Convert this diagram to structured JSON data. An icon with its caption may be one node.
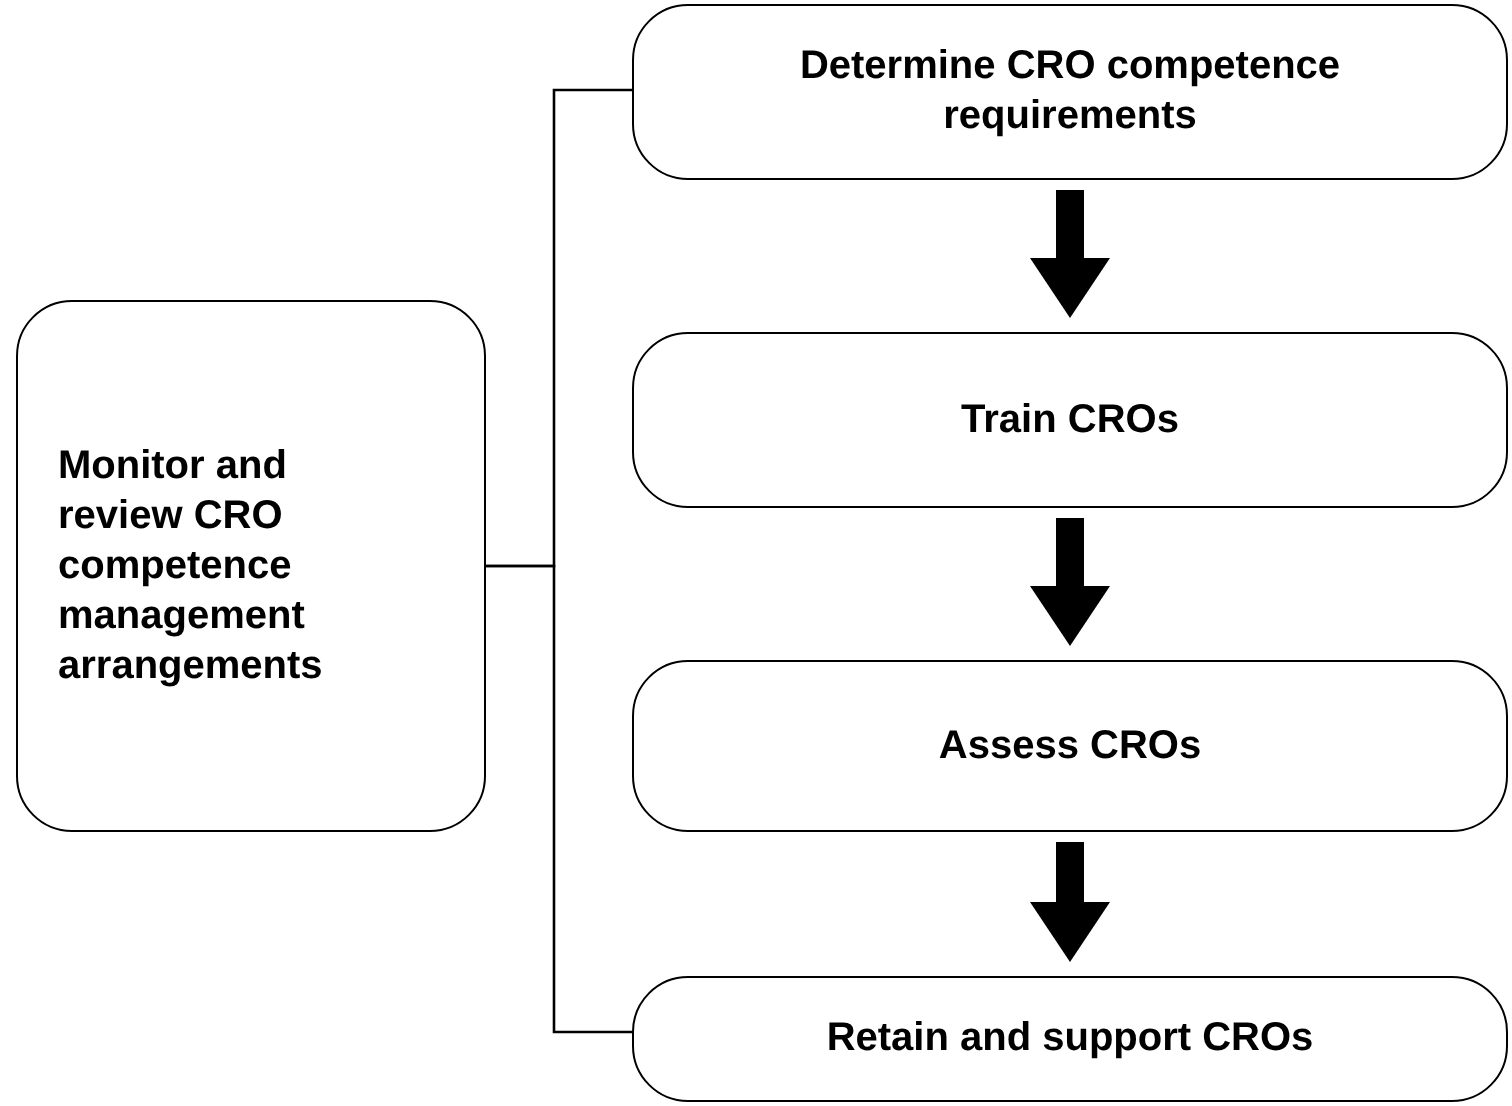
{
  "diagram": {
    "nodes": [
      {
        "text": [
          "Monitor and review CRO competence management arrangements"
        ]
      },
      {
        "text": [
          "Determine CRO competence requirements"
        ]
      },
      {
        "text": [
          "Train CROs"
        ]
      },
      {
        "text": [
          "Assess CROs"
        ]
      },
      {
        "text": [
          "Retain and support CROs"
        ]
      }
    ],
    "edges": [
      {
        "from": 0,
        "to": 1,
        "arrow": "none"
      },
      {
        "from": 0,
        "to": 4,
        "arrow": "none"
      },
      {
        "from": 1,
        "to": 2,
        "arrow": "to"
      },
      {
        "from": 2,
        "to": 3,
        "arrow": "to"
      },
      {
        "from": 3,
        "to": 4,
        "arrow": "to"
      }
    ]
  }
}
